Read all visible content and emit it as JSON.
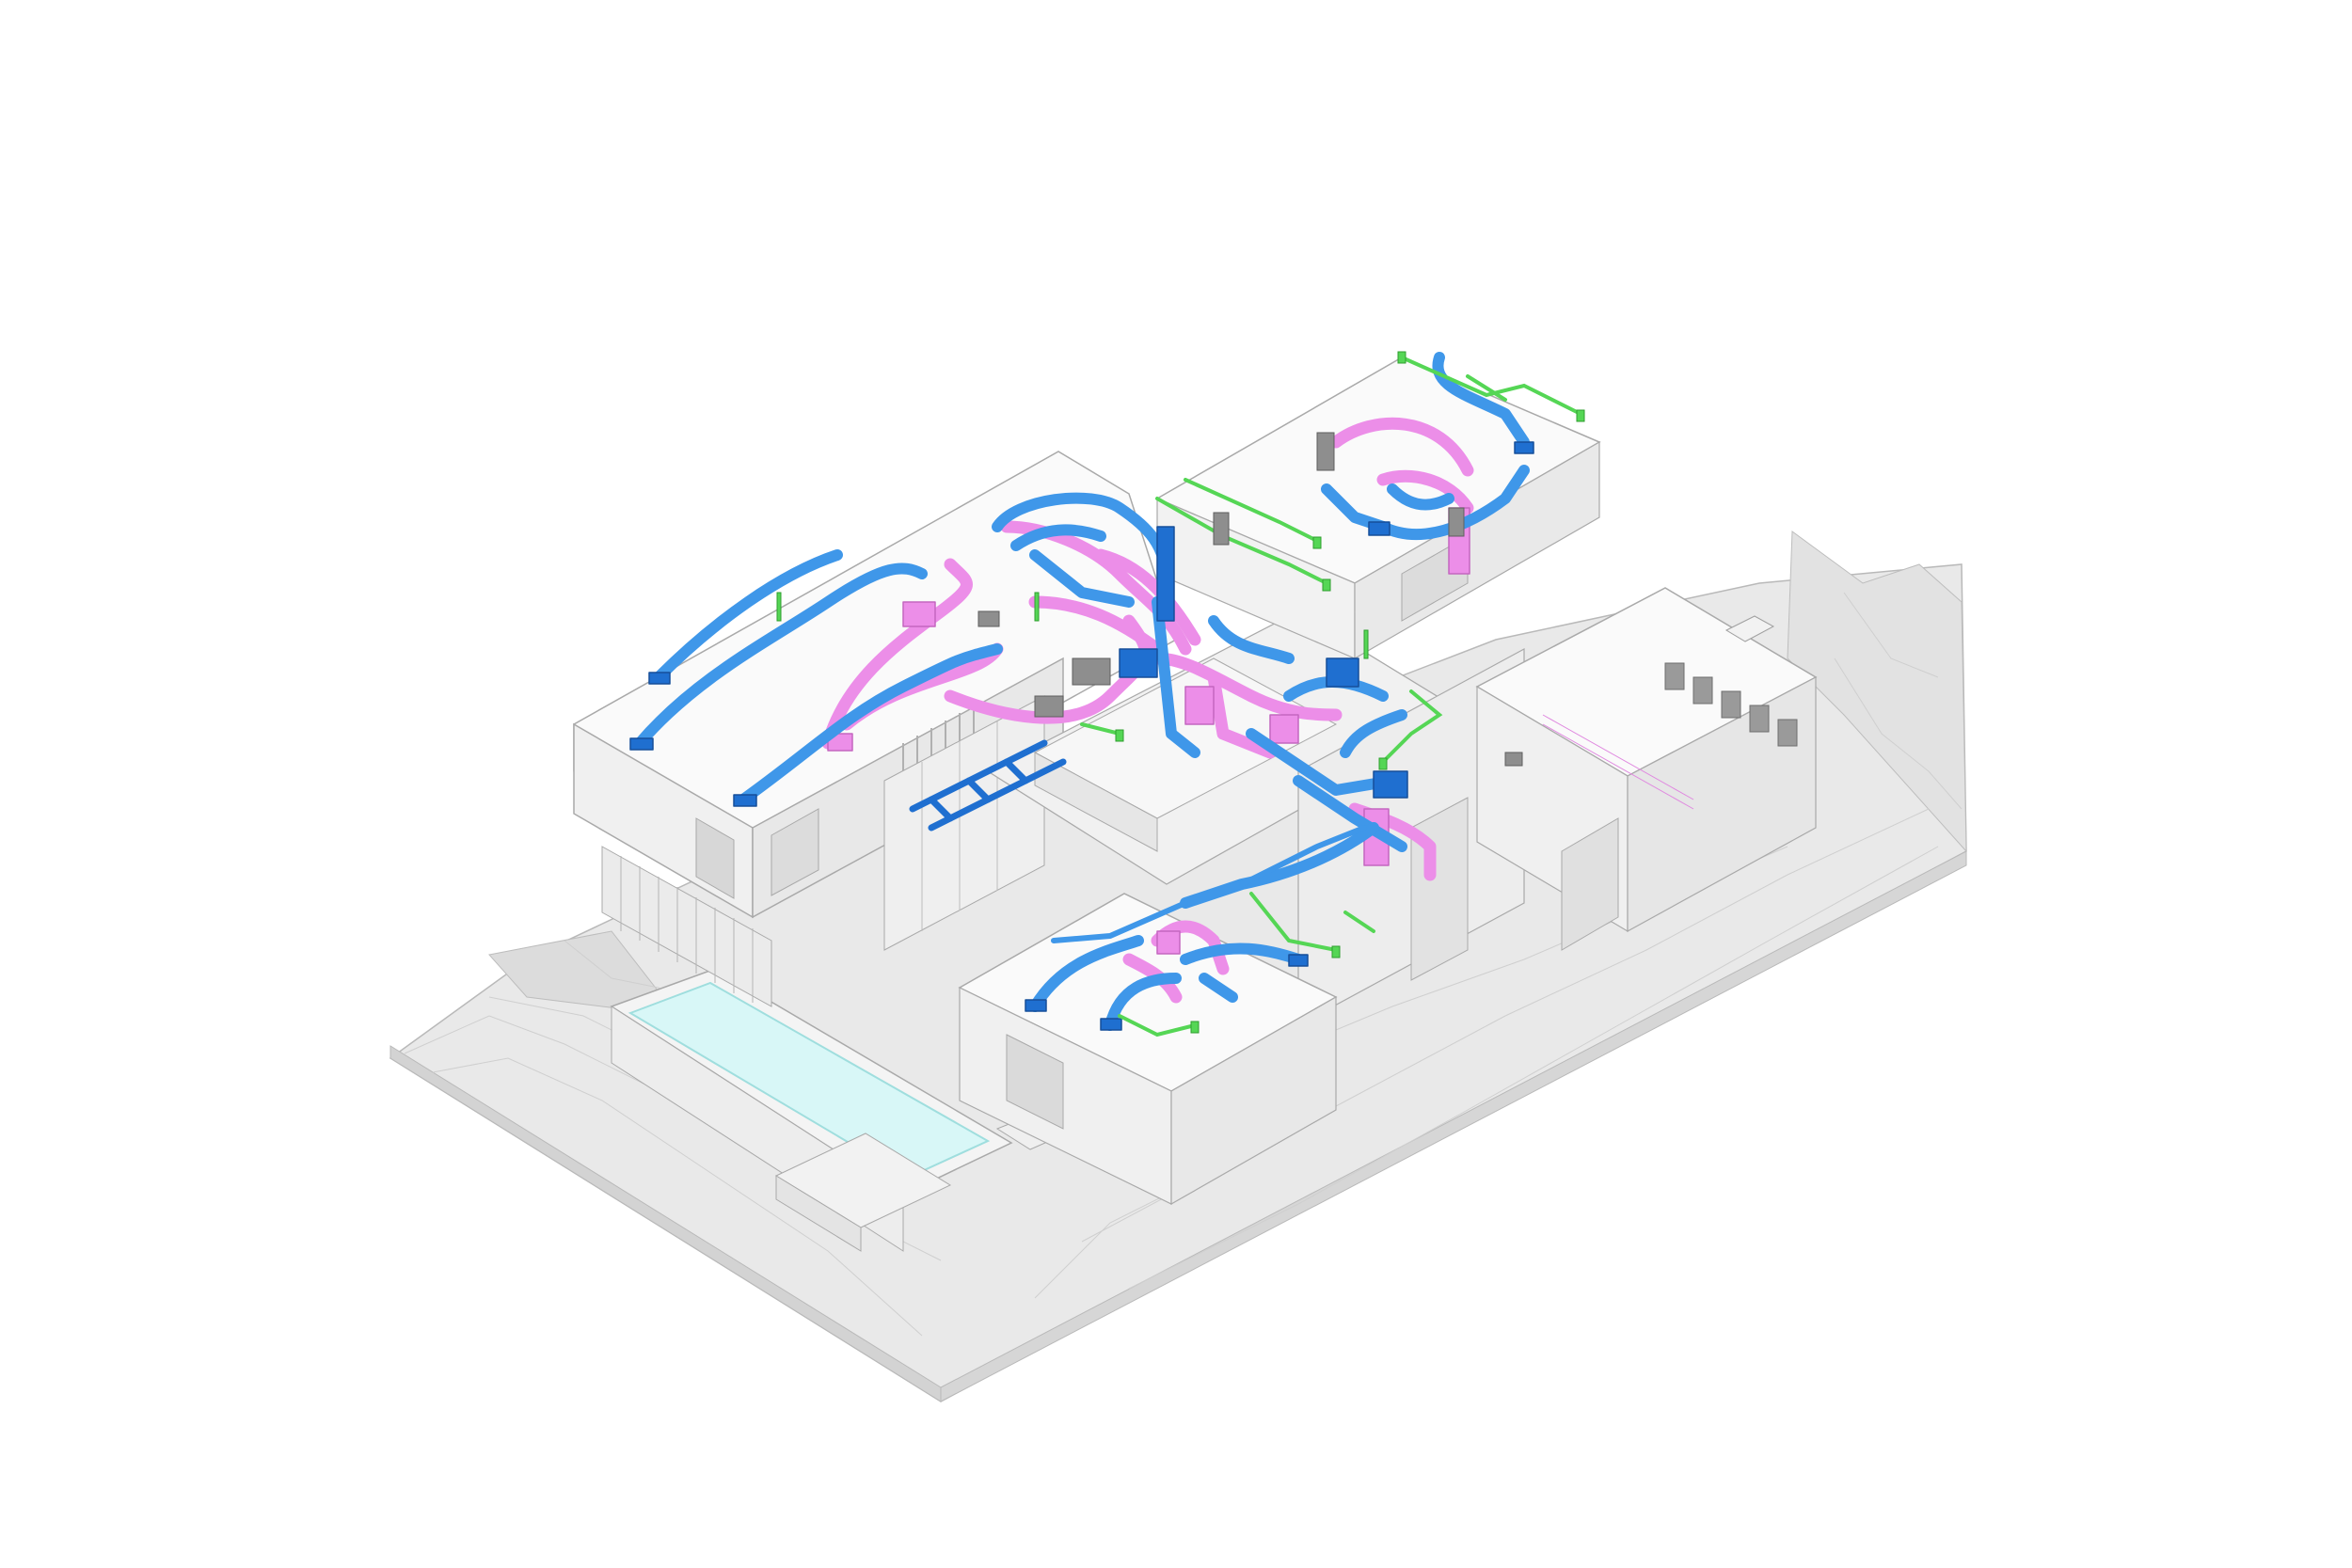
{
  "diagram": {
    "title": "",
    "background": "#ffffff",
    "colors": {
      "terrain": "#e7e7e7",
      "terrain_shadow": "#d6d6d6",
      "terrain_line": "#c4c4c4",
      "building_top": "#fafafa",
      "building_side": "#ececec",
      "building_edge": "#a9a9a9",
      "window": "#d7d7d7",
      "pool_water": "#d8f7f7",
      "pool_edge": "#9fdede",
      "supply_duct": "#3f97e9",
      "supply_duct_dark": "#1f6fd0",
      "return_duct": "#ec8ee8",
      "return_duct_dark": "#c466c0",
      "pipe": "#55d655",
      "equipment": "#8e8e8e"
    },
    "systems": [
      {
        "name": "supply-air-duct",
        "icon": "duct-icon"
      },
      {
        "name": "return-air-duct",
        "icon": "duct-icon"
      },
      {
        "name": "condensate-pipe",
        "icon": "pipe-icon"
      },
      {
        "name": "hvac-equipment",
        "icon": "equipment-icon"
      }
    ]
  }
}
